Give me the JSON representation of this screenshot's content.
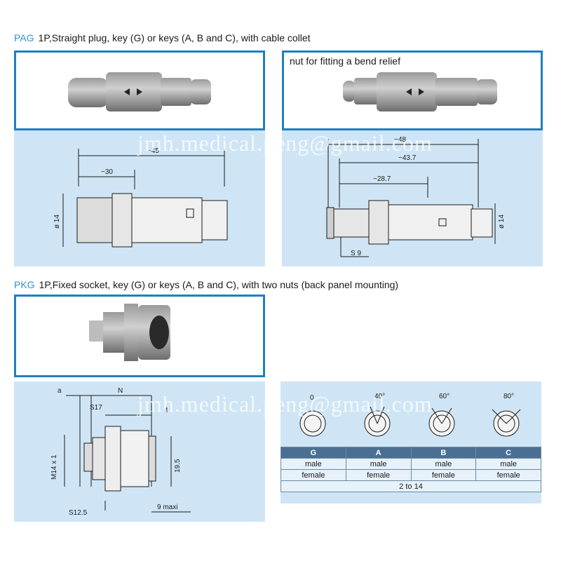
{
  "pag": {
    "code": "PAG",
    "title": "1P,Straight plug, key (G) or keys (A, B and C), with cable collet",
    "nut_caption": "nut for fitting a bend relief",
    "dims_left": {
      "overall": "~45",
      "inner": "~30",
      "diameter": "ø 14"
    },
    "dims_right": {
      "overall": "~48",
      "mid": "~43.7",
      "inner": "~28.7",
      "diameter": "ø 14",
      "hex": "S 9"
    }
  },
  "pkg": {
    "code": "PKG",
    "title": "1P,Fixed socket, key (G) or keys (A, B and C), with two nuts (back panel mounting)",
    "dims": {
      "a": "a",
      "n": "N",
      "s17": "S17",
      "four": "4",
      "thread": "M14 x 1",
      "height": "19.5",
      "s125": "S12.5",
      "maxi": "9 maxi"
    }
  },
  "keys": {
    "angles": [
      "0",
      "40°",
      "60°",
      "80°"
    ],
    "headers": [
      "G",
      "A",
      "B",
      "C"
    ],
    "row_male": [
      "male",
      "male",
      "male",
      "male"
    ],
    "row_female": [
      "female",
      "female",
      "female",
      "female"
    ],
    "range": "2 to 14"
  },
  "watermark": "jmh.medical.peng@gmail.com"
}
